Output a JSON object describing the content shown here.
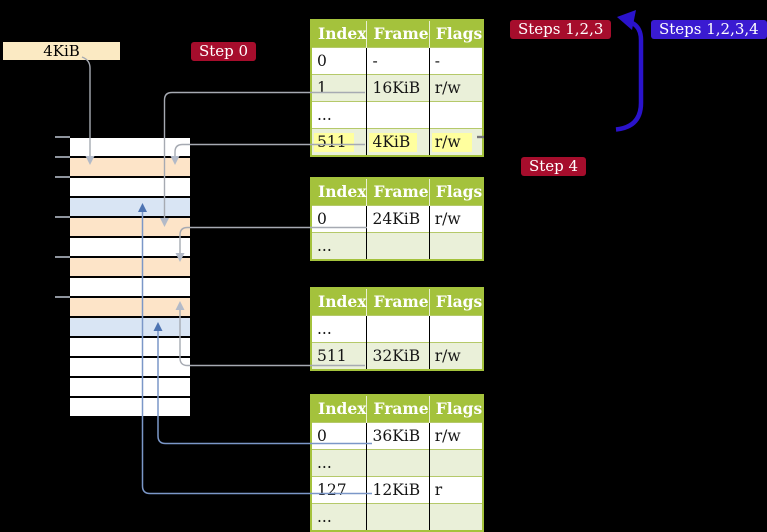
{
  "page_size_label": "4KiB",
  "badges": {
    "step0": {
      "label": "Step 0",
      "style": "red"
    },
    "steps123": {
      "label": "Steps 1,2,3",
      "style": "red"
    },
    "steps1234": {
      "label": "Steps 1,2,3,4",
      "style": "blue"
    },
    "step4": {
      "label": "Step 4",
      "style": "red"
    }
  },
  "tables": [
    {
      "id": "pt1",
      "headers": [
        "Index",
        "Frame",
        "Flags"
      ],
      "rows": [
        {
          "cells": [
            "0",
            "-",
            "-"
          ],
          "shaded": false,
          "highlighted": false
        },
        {
          "cells": [
            "1",
            "16KiB",
            "r/w"
          ],
          "shaded": true,
          "highlighted": false
        },
        {
          "cells": [
            "...",
            "",
            ""
          ],
          "shaded": false,
          "highlighted": false
        },
        {
          "cells": [
            "511",
            "4KiB",
            "r/w"
          ],
          "shaded": true,
          "highlighted": true
        }
      ]
    },
    {
      "id": "pt2",
      "headers": [
        "Index",
        "Frame",
        "Flags"
      ],
      "rows": [
        {
          "cells": [
            "0",
            "24KiB",
            "r/w"
          ],
          "shaded": false,
          "highlighted": false
        },
        {
          "cells": [
            "...",
            "",
            ""
          ],
          "shaded": true,
          "highlighted": false
        }
      ]
    },
    {
      "id": "pt3",
      "headers": [
        "Index",
        "Frame",
        "Flags"
      ],
      "rows": [
        {
          "cells": [
            "...",
            "",
            ""
          ],
          "shaded": false,
          "highlighted": false
        },
        {
          "cells": [
            "511",
            "32KiB",
            "r/w"
          ],
          "shaded": true,
          "highlighted": false
        }
      ]
    },
    {
      "id": "pt4",
      "headers": [
        "Index",
        "Frame",
        "Flags"
      ],
      "rows": [
        {
          "cells": [
            "0",
            "36KiB",
            "r/w"
          ],
          "shaded": false,
          "highlighted": false
        },
        {
          "cells": [
            "...",
            "",
            ""
          ],
          "shaded": true,
          "highlighted": false
        },
        {
          "cells": [
            "127",
            "12KiB",
            "r"
          ],
          "shaded": false,
          "highlighted": false
        },
        {
          "cells": [
            "...",
            "",
            ""
          ],
          "shaded": true,
          "highlighted": false
        }
      ]
    }
  ],
  "memory_column": {
    "rows": [
      {
        "color": "white"
      },
      {
        "color": "peach"
      },
      {
        "color": "white"
      },
      {
        "color": "blue"
      },
      {
        "color": "peach"
      },
      {
        "color": "white"
      },
      {
        "color": "peach"
      },
      {
        "color": "white"
      },
      {
        "color": "peach"
      },
      {
        "color": "blue"
      },
      {
        "color": "white"
      },
      {
        "color": "white"
      },
      {
        "color": "white"
      },
      {
        "color": "white"
      }
    ],
    "tick_ys": [
      137,
      157,
      177,
      217,
      257,
      297
    ]
  },
  "connectors": [
    {
      "source": "page-size-label",
      "target": "memory-frame-4KiB",
      "style": "gray"
    },
    {
      "source": "pt1-index-1",
      "target": "memory-frame-16KiB",
      "style": "gray"
    },
    {
      "source": "pt1-index-511",
      "target": "memory-frame-4KiB",
      "style": "gray"
    },
    {
      "source": "pt2-index-0",
      "target": "memory-frame-24KiB",
      "style": "gray"
    },
    {
      "source": "pt3-index-511",
      "target": "memory-frame-32KiB",
      "style": "gray"
    },
    {
      "source": "pt4-index-0",
      "target": "memory-frame-36KiB",
      "style": "blue"
    },
    {
      "source": "pt4-index-127",
      "target": "memory-frame-12KiB",
      "style": "blue"
    },
    {
      "source": "pt1-row-511",
      "target": "top-of-hierarchy",
      "style": "thick-blue-loop"
    }
  ],
  "palette": {
    "header_green": "#a4c23c",
    "row_green": "#eaf0d9",
    "highlight_yellow": "#ffff9e",
    "peach": "#fde4c8",
    "light_blue": "#d9e5f4",
    "badge_red": "#a60d2c",
    "badge_blue": "#3a1bd1",
    "arrow_blue": "#2a13cb",
    "line_gray": "#a6aab2",
    "line_blue": "#7b97c8",
    "label_cream": "#fbeac3"
  }
}
